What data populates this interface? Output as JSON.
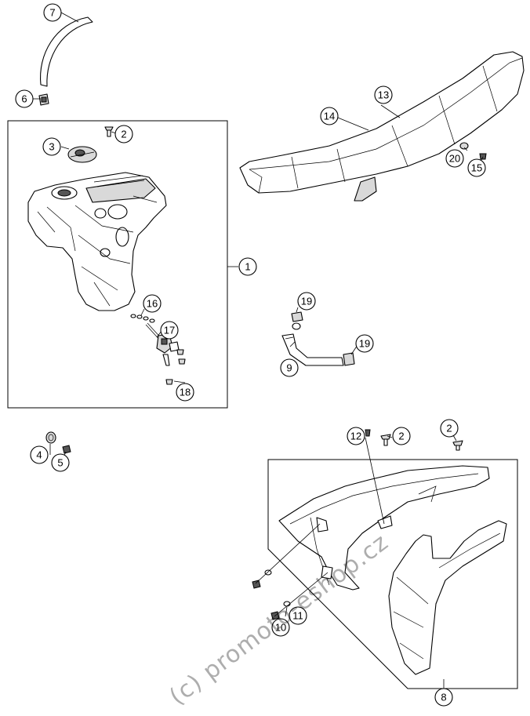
{
  "callouts": [
    "1",
    "2",
    "2",
    "2",
    "3",
    "4",
    "5",
    "6",
    "7",
    "8",
    "9",
    "10",
    "11",
    "12",
    "13",
    "14",
    "15",
    "16",
    "17",
    "18",
    "19",
    "19",
    "20"
  ],
  "watermark": "(c) promoto-eshop.cz"
}
